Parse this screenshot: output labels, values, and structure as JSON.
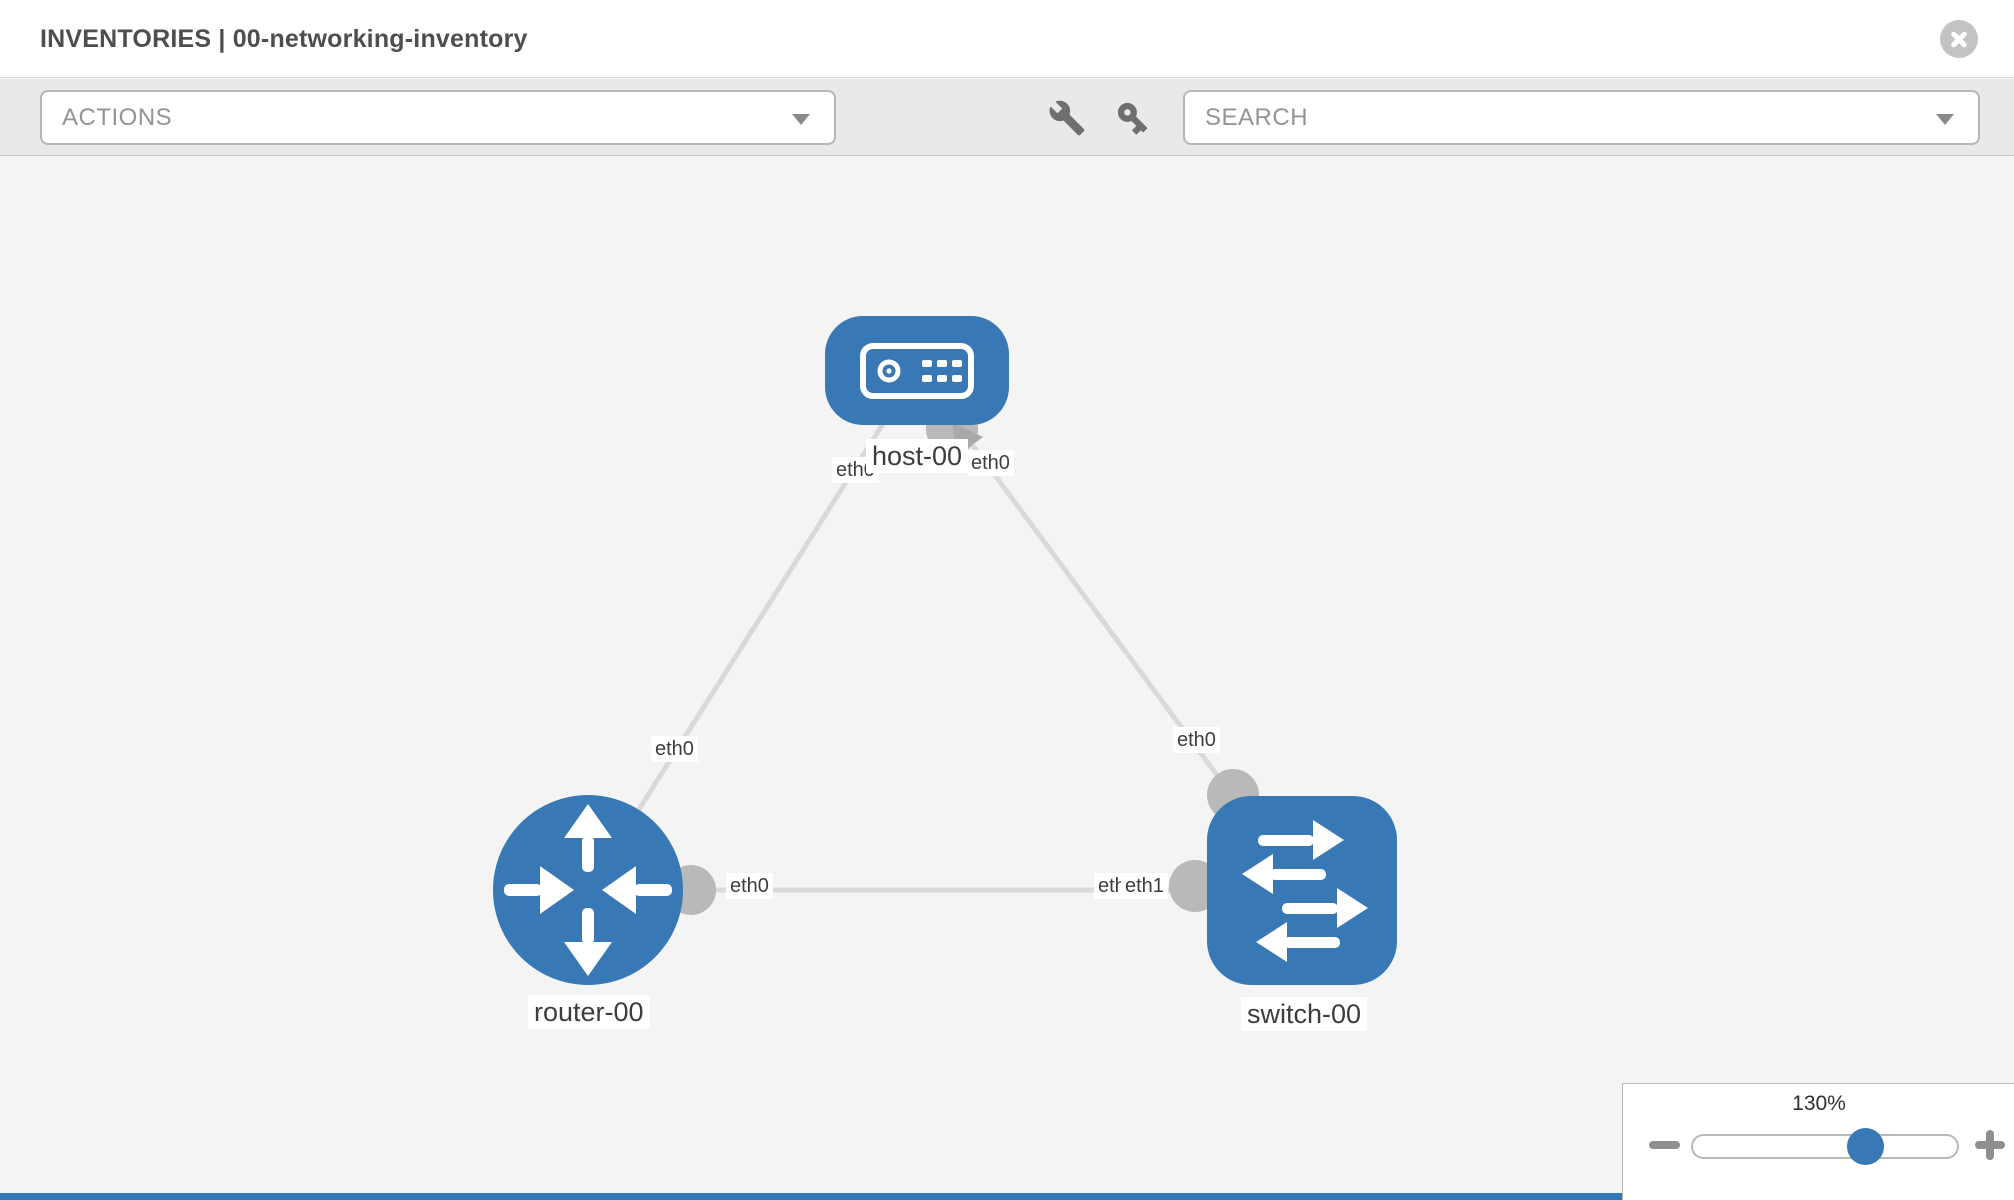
{
  "header": {
    "title": "INVENTORIES | 00-networking-inventory"
  },
  "toolbar": {
    "actions_label": "ACTIONS",
    "search_label": "SEARCH"
  },
  "icons": {
    "close": "x-circle",
    "wrench": "wrench",
    "key": "key",
    "actions_caret": "chevron-down",
    "search_caret": "chevron-down",
    "zoom_out": "minus",
    "zoom_in": "plus"
  },
  "topology": {
    "nodes": [
      {
        "name": "host-00",
        "type": "host"
      },
      {
        "name": "router-00",
        "type": "router"
      },
      {
        "name": "switch-00",
        "type": "switch"
      }
    ],
    "links": [
      {
        "from": "host-00",
        "to": "router-00",
        "from_interface": "eth0",
        "to_interface": "eth0"
      },
      {
        "from": "host-00",
        "to": "switch-00",
        "from_interface": "eth0",
        "to_interface": "eth0"
      },
      {
        "from": "router-00",
        "to": "switch-00",
        "from_interface": "eth0",
        "to_interface": "eth1"
      }
    ],
    "labels": {
      "host": "host-00",
      "router": "router-00",
      "switch": "switch-00",
      "host_if_left": "eth0",
      "host_if_right": "eth0",
      "router_if_top": "eth0",
      "router_if_right": "eth0",
      "switch_if_top": "eth0",
      "switch_if_overlap_under": "eth0",
      "switch_if_overlap_over": "eth1"
    }
  },
  "zoom_control": {
    "level": "130%"
  },
  "colors": {
    "node_blue": "#3878b4",
    "link_gray": "#d9d9d9",
    "interface_gray": "#b9b9b9",
    "canvas_bg": "#f4f4f4",
    "toolbar_bg": "#e9e9e9",
    "bottom_strip_blue": "#3078b6"
  }
}
